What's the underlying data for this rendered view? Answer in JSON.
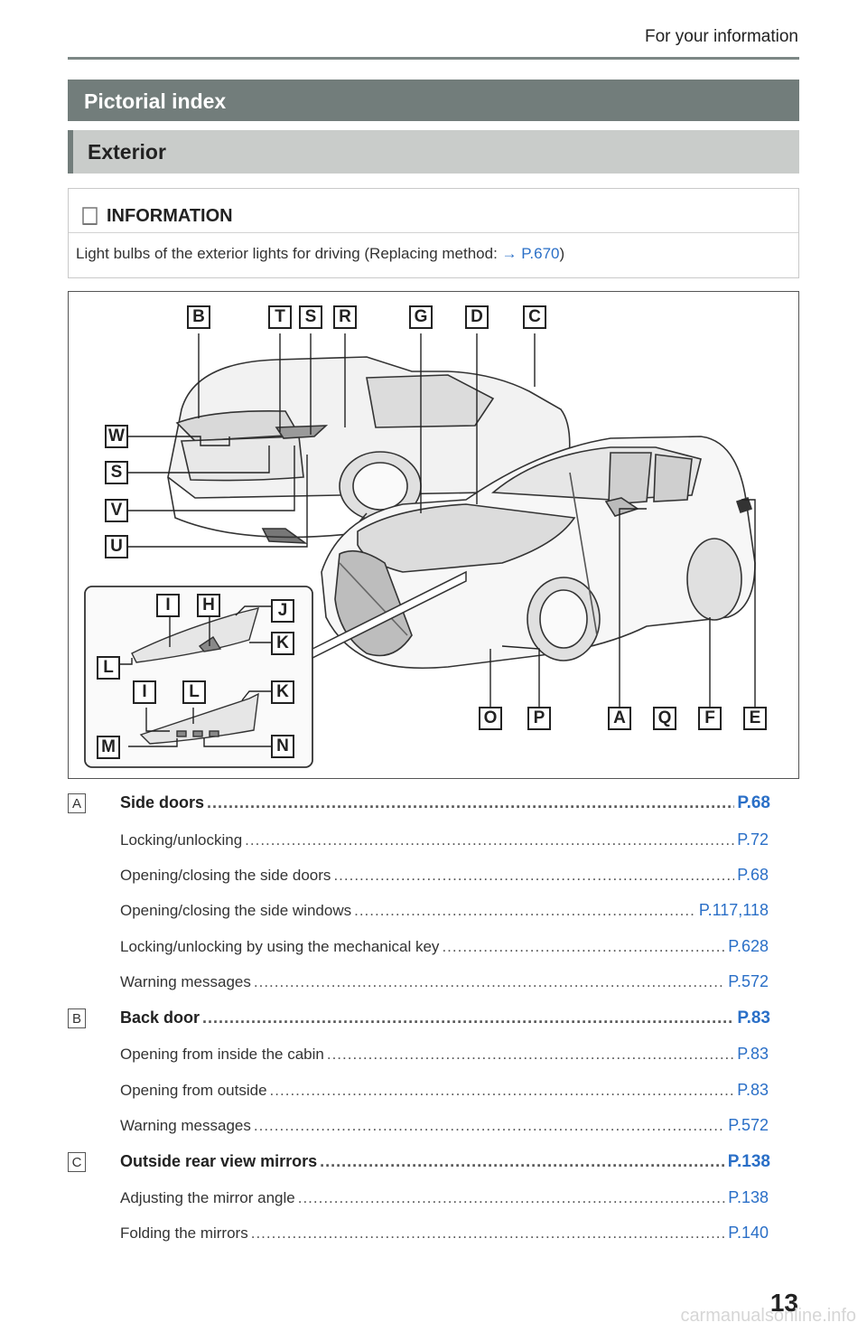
{
  "running_head": "For your information",
  "section_title": "Pictorial index",
  "subsection_title": "Exterior",
  "info": {
    "title": "INFORMATION",
    "text_before": "Light bulbs of the exterior lights for driving (Replacing method: ",
    "arrow": "→",
    "link": "P.670",
    "text_after": ")"
  },
  "figure": {
    "top_callouts": [
      "B",
      "T",
      "S",
      "R",
      "G",
      "D",
      "C"
    ],
    "left_callouts": [
      "W",
      "S",
      "V",
      "U"
    ],
    "inset_upper": [
      "I",
      "H",
      "J",
      "K",
      "L"
    ],
    "inset_lower": [
      "I",
      "L",
      "K",
      "M",
      "N"
    ],
    "bottom_callouts": [
      "O",
      "P",
      "A",
      "Q",
      "F",
      "E"
    ]
  },
  "index": [
    {
      "letter": "A",
      "label": "Side doors",
      "page": "P.68",
      "subs": [
        {
          "label": "Locking/unlocking",
          "page": "P.72"
        },
        {
          "label": "Opening/closing the side doors",
          "page": "P.68"
        },
        {
          "label": "Opening/closing the side windows",
          "page": "P.117,118"
        },
        {
          "label": "Locking/unlocking by using the mechanical key",
          "page": "P.628"
        },
        {
          "label": "Warning messages",
          "page": "P.572"
        }
      ]
    },
    {
      "letter": "B",
      "label": "Back door",
      "page": "P.83",
      "subs": [
        {
          "label": "Opening from inside the cabin",
          "page": "P.83"
        },
        {
          "label": "Opening from outside",
          "page": "P.83"
        },
        {
          "label": "Warning messages",
          "page": "P.572"
        }
      ]
    },
    {
      "letter": "C",
      "label": "Outside rear view mirrors",
      "page": "P.138",
      "subs": [
        {
          "label": "Adjusting the mirror angle",
          "page": "P.138"
        },
        {
          "label": "Folding the mirrors",
          "page": "P.140"
        }
      ]
    }
  ],
  "page_number": "13",
  "watermark": "carmanualsonline.info"
}
